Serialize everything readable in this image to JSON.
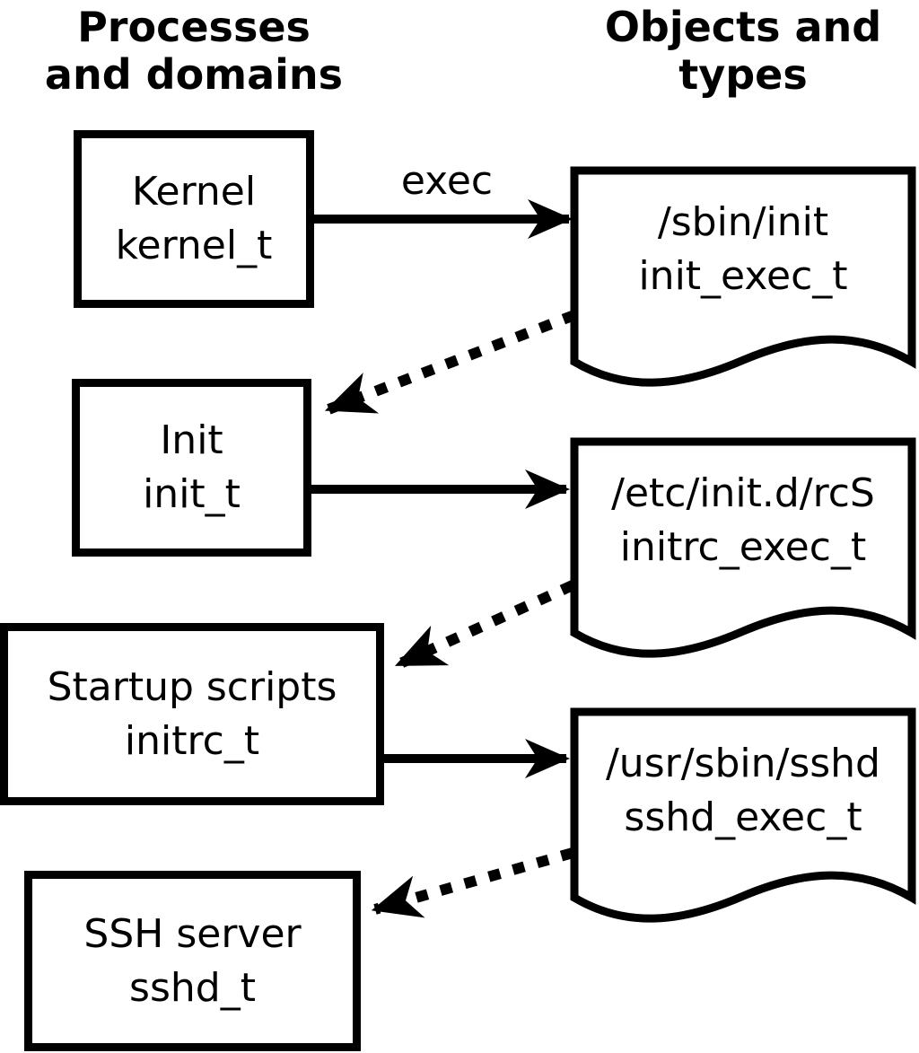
{
  "headers": {
    "left": {
      "line1": "Processes",
      "line2": "and domains"
    },
    "right": {
      "line1": "Objects and",
      "line2": "types"
    }
  },
  "processes": [
    {
      "name": "Kernel",
      "domain": "kernel_t"
    },
    {
      "name": "Init",
      "domain": "init_t"
    },
    {
      "name": "Startup scripts",
      "domain": "initrc_t"
    },
    {
      "name": "SSH server",
      "domain": "sshd_t"
    }
  ],
  "objects": [
    {
      "path": "/sbin/init",
      "type": "init_exec_t"
    },
    {
      "path": "/etc/init.d/rcS",
      "type": "initrc_exec_t"
    },
    {
      "path": "/usr/sbin/sshd",
      "type": "sshd_exec_t"
    }
  ],
  "arrows": {
    "exec_label": "exec"
  },
  "colors": {
    "foreground": "#000000",
    "background": "#ffffff"
  }
}
